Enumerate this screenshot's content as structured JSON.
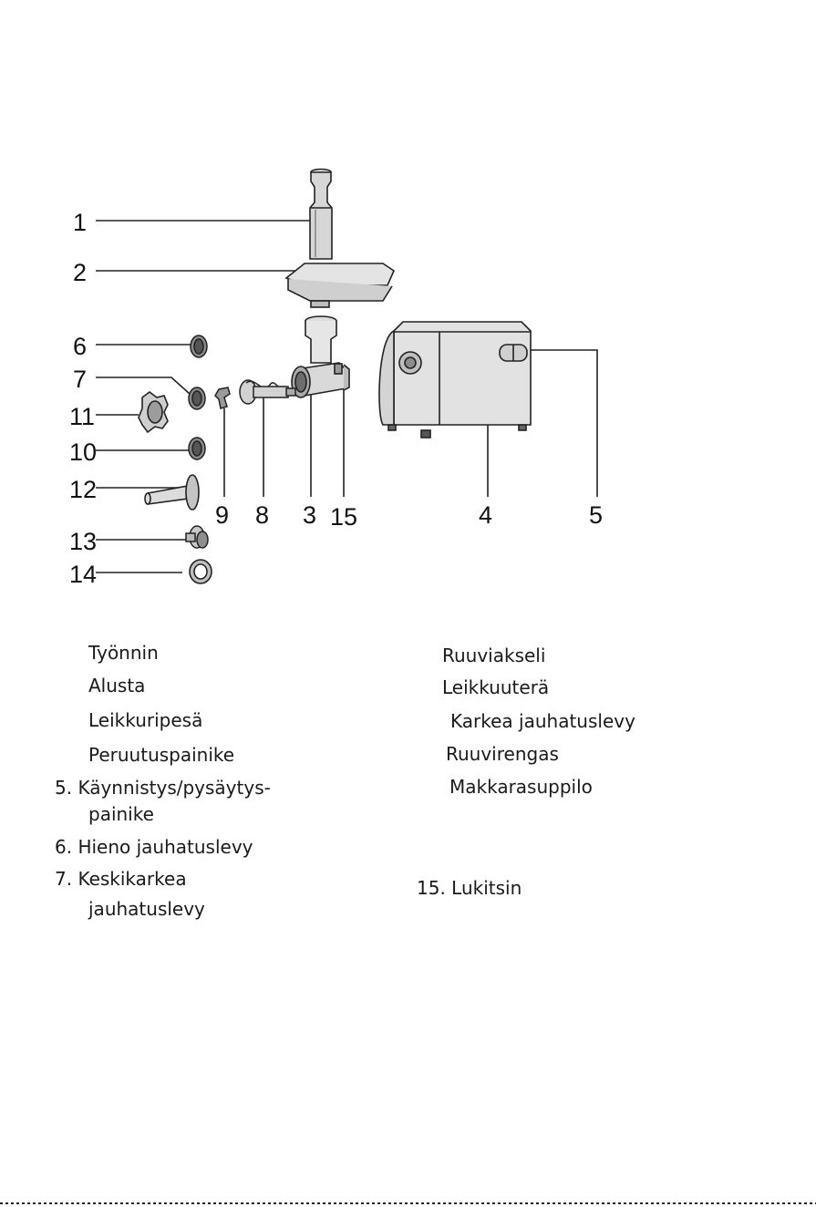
{
  "diagram": {
    "callouts": {
      "n1": "1",
      "n2": "2",
      "n3": "3",
      "n4": "4",
      "n5": "5",
      "n6": "6",
      "n7": "7",
      "n8": "8",
      "n9": "9",
      "n10": "10",
      "n11": "11",
      "n12": "12",
      "n13": "13",
      "n14": "14",
      "n15": "15"
    }
  },
  "parts": {
    "left": {
      "p1": "Työnnin",
      "p2": "Alusta",
      "p3": "Leikkuripesä",
      "p4": "Peruutuspainike",
      "p5_num": "5.",
      "p5_line1": "Käynnistys/pysäytys-",
      "p5_line2": "painike",
      "p6_num": "6.",
      "p6": "Hieno jauhatuslevy",
      "p7_num": "7.",
      "p7_line1": "Keskikarkea",
      "p7_line2": "jauhatuslevy"
    },
    "right": {
      "p8": "Ruuviakseli",
      "p9": "Leikkuuterä",
      "p10": "Karkea jauhatuslevy",
      "p11": "Ruuvirengas",
      "p12": "Makkarasuppilo",
      "p15_num": "15.",
      "p15": "Lukitsin"
    }
  }
}
